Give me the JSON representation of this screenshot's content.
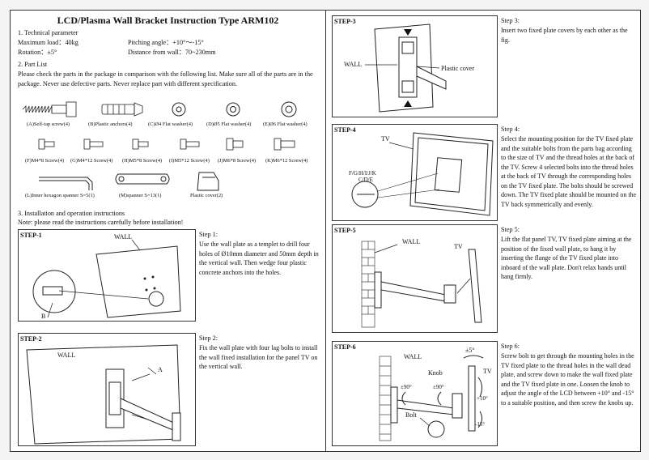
{
  "title": "LCD/Plasma Wall Bracket Instruction Type ARM102",
  "tech": {
    "heading": "1. Technical parameter",
    "max_load": "Maximum load：40kg",
    "rotation": "Rotation：±5°",
    "pitching": "Pitching angle：+10°～-15°",
    "distance": "Distance from wall：70~230mm"
  },
  "parts": {
    "heading": "2. Part List",
    "note1": "Please check the parts in the package in comparison with the following list. Make sure all of the parts are in the",
    "note2": "package. Never use defective parts. Never replace part with different specification.",
    "row1": [
      "(A)Self-tap screw(4)",
      "(B)Plastic anchors(4)",
      "(C)Ø4 Flat washer(4)",
      "(D)Ø5 Flat washer(4)",
      "(E)Ø6 Flat washer(4)"
    ],
    "row2": [
      "(F)M4*8 Screw(4)",
      "(G)M4*12 Screw(4)",
      "(H)M5*8 Screw(4)",
      "(I)M5*12 Screw(4)",
      "(J)M6*8 Screw(4)",
      "(K)M6*12 Screw(4)"
    ],
    "row3": [
      "(L)Inner hexagon spanner S=5(1)",
      "(M)spanner S=13(1)",
      "Plastic cover(2)"
    ]
  },
  "install": {
    "heading": "3. Installation and operation instructions",
    "note": "Note: please read the instructions carefully before installation!"
  },
  "steps": [
    {
      "label": "STEP-1",
      "title": "Step 1:",
      "text": "Use the wall plate as a templet to drill four holes of Ø10mm diameter and 50mm depth in the vertical wall. Then wedge four plastic concrete anchors into the holes.",
      "callouts": [
        "WALL",
        "B"
      ]
    },
    {
      "label": "STEP-2",
      "title": "Step 2:",
      "text": "Fix the wall plate with four lag bolts to install the wall fixed installation for the panel TV on the vertical wall.",
      "callouts": [
        "WALL",
        "A"
      ]
    },
    {
      "label": "STEP-3",
      "title": "Step 3:",
      "text": "Insert two fixed plate covers by each other as the fig.",
      "callouts": [
        "WALL",
        "Plastic cover"
      ]
    },
    {
      "label": "STEP-4",
      "title": "Step 4:",
      "text": "Select the mounting position for the TV fixed plate and the suitable bolts from the parts bag according to the size of TV and the thread holes at the back of the TV. Screw 4 selected bolts into the thread holes at the back of TV through the corresponding holes on the TV fixed plate. The bolts should be screwed down. The TV fixed plate should be mounted on the TV back symmetrically and evenly.",
      "callouts": [
        "TV",
        "F/G/H/I/J/K",
        "C/D/E"
      ]
    },
    {
      "label": "STEP-5",
      "title": "Step 5:",
      "text": "Lift the flat panel TV, TV fixed plate aiming at the position of the fixed wall plate, to hang it by inserting the flange of the TV fixed plate into inboard of the wall plate. Don't relax hands until hang firmly.",
      "callouts": [
        "WALL",
        "TV"
      ]
    },
    {
      "label": "STEP-6",
      "title": "Step 6:",
      "text": "Screw bolt to get through the mounting holes in the TV fixed plate to the thread holes in the wall dead plate, and screw down to make the wall fixed plate and the TV fixed plate in one. Loosen the knob to adjust the angle of the LCD between +10° and -15° to a suitable position, and then screw the knobs up.",
      "callouts": [
        "WALL",
        "±5°",
        "Knob",
        "TV",
        "±90°",
        "±90°",
        "+10°",
        "Bolt",
        "-15°"
      ]
    }
  ]
}
